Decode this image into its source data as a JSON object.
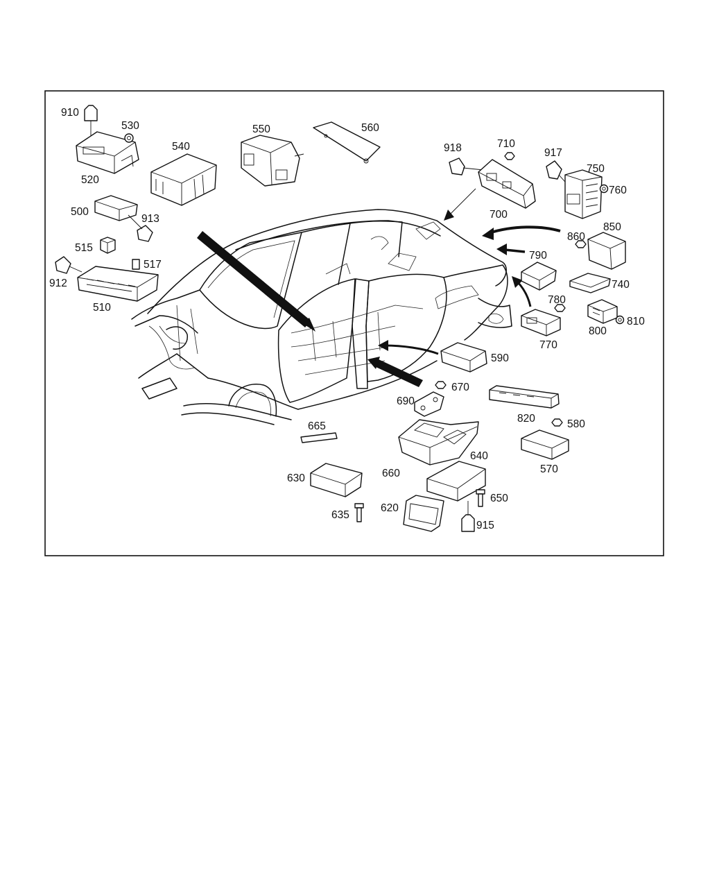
{
  "callouts": {
    "c910": "910",
    "c530": "530",
    "c520": "520",
    "c540": "540",
    "c550": "550",
    "c560": "560",
    "c918": "918",
    "c710": "710",
    "c917": "917",
    "c750": "750",
    "c760": "760",
    "c700": "700",
    "c500": "500",
    "c913": "913",
    "c515": "515",
    "c517": "517",
    "c912": "912",
    "c510": "510",
    "c860": "860",
    "c850": "850",
    "c790": "790",
    "c740": "740",
    "c780": "780",
    "c810": "810",
    "c800": "800",
    "c770": "770",
    "c590": "590",
    "c670": "670",
    "c690": "690",
    "c665": "665",
    "c820": "820",
    "c580": "580",
    "c660": "660",
    "c640": "640",
    "c630": "630",
    "c570": "570",
    "c650": "650",
    "c635": "635",
    "c620": "620",
    "c915": "915"
  }
}
